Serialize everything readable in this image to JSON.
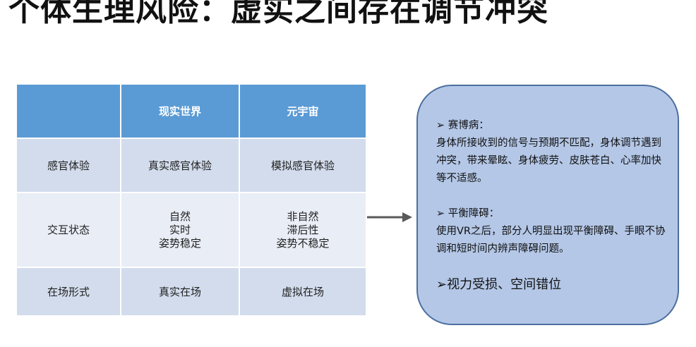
{
  "title": "个体生理风险：虚实之间存在调节冲突",
  "table": {
    "headers": [
      "",
      "现实世界",
      "元宇宙"
    ],
    "rows": [
      {
        "label": "感官体验",
        "real": [
          "真实感官体验"
        ],
        "meta": [
          "模拟感官体验"
        ]
      },
      {
        "label": "交互状态",
        "real": [
          "自然",
          "实时",
          "姿势稳定"
        ],
        "meta": [
          "非自然",
          "滞后性",
          "姿势不稳定"
        ]
      },
      {
        "label": "在场形式",
        "real": [
          "真实在场"
        ],
        "meta": [
          "虚拟在场"
        ]
      }
    ]
  },
  "box": {
    "s1_title": "➢ 赛博病：",
    "s1_body": "身体所接收到的信号与预期不匹配，身体调节遇到冲突，带来晕眩、身体疲劳、皮肤苍白、心率加快等不适感。",
    "s2_title": "➢ 平衡障碍：",
    "s2_body": "使用VR之后，部分人明显出现平衡障碍、手眼不协调和短时间内辨声障碍问题。",
    "s3_title": "➢视力受损、空间错位"
  }
}
